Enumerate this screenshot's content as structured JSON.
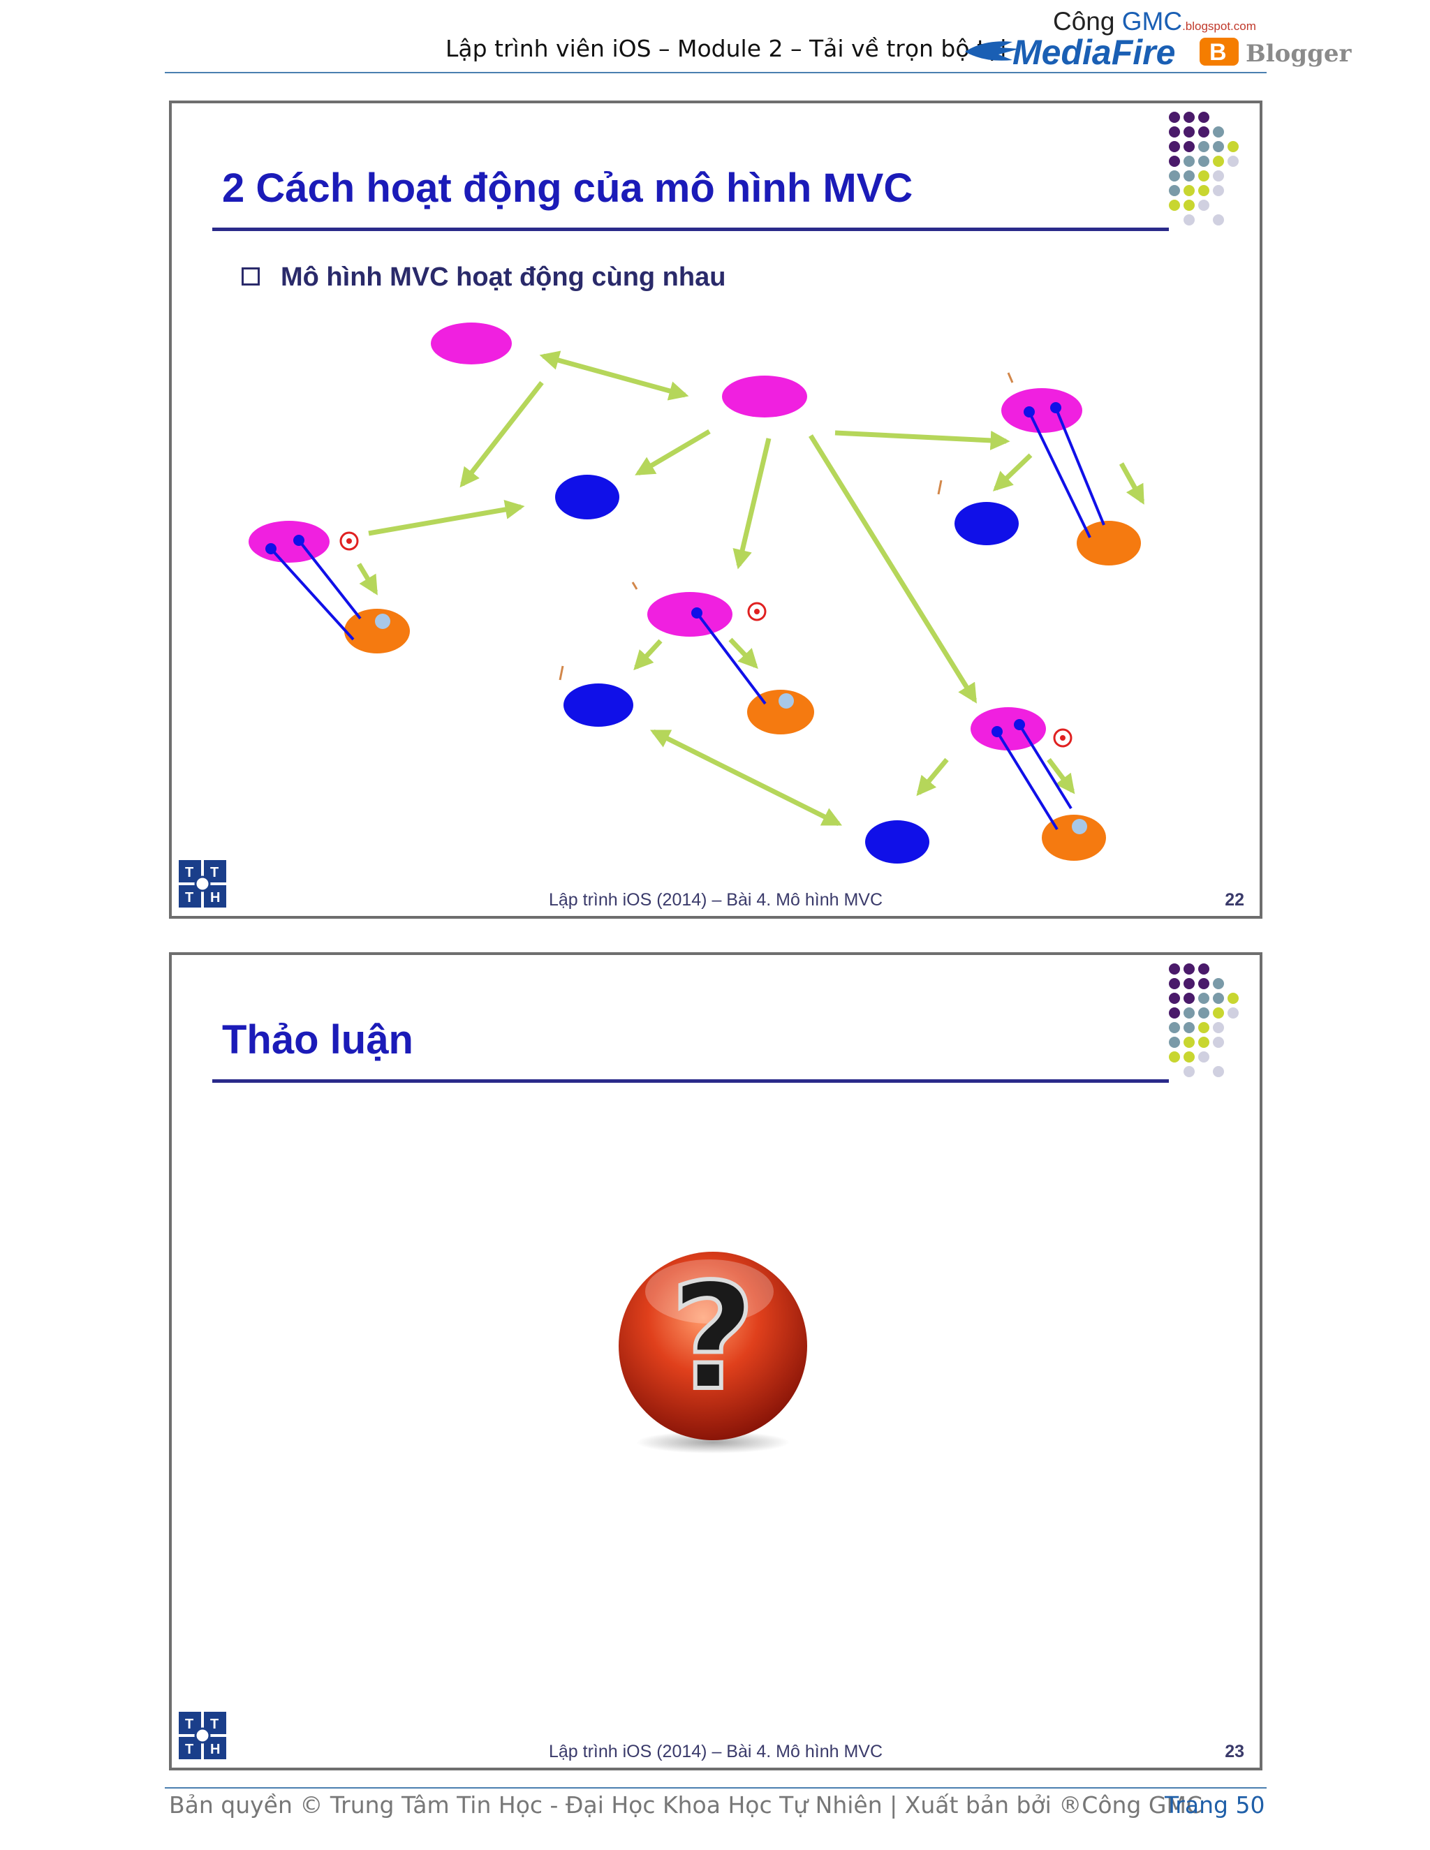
{
  "header": {
    "text": "Lập trình viên iOS – Module 2 – Tải về trọn bộ tại",
    "brand_prefix": "Công",
    "brand_name": "GMC",
    "brand_domain": ".blogspot.com",
    "mediafire_label": "MediaFire",
    "blogger_label": "Blogger"
  },
  "slides": [
    {
      "title": "2 Cách hoạt động của mô hình MVC",
      "bullet": "Mô hình MVC hoạt động cùng nhau",
      "footer": "Lập trình iOS (2014) – Bài 4. Mô hình MVC",
      "number": "22",
      "logo_letters": [
        "T",
        "T",
        "T",
        "H"
      ]
    },
    {
      "title": "Thảo luận",
      "footer": "Lập trình iOS (2014) – Bài 4. Mô hình MVC",
      "number": "23",
      "logo_letters": [
        "T",
        "T",
        "T",
        "H"
      ]
    }
  ],
  "footer": {
    "copyright": "Bản quyền © Trung Tâm Tin Học - Đại Học Khoa Học Tự Nhiên | Xuất bản bởi ®Công GMC",
    "page": "Trang 50"
  },
  "colors": {
    "title_blue": "#1b1bb8",
    "controller_magenta": "#f020e0",
    "model_blue": "#1010e8",
    "view_orange": "#f57a10",
    "arrow_green": "#b5d65a"
  },
  "icons": [
    "mediafire-logo-icon",
    "blogger-icon",
    "decor-dots-icon",
    "ttth-logo-icon",
    "question-mark-icon",
    "target-icon"
  ]
}
